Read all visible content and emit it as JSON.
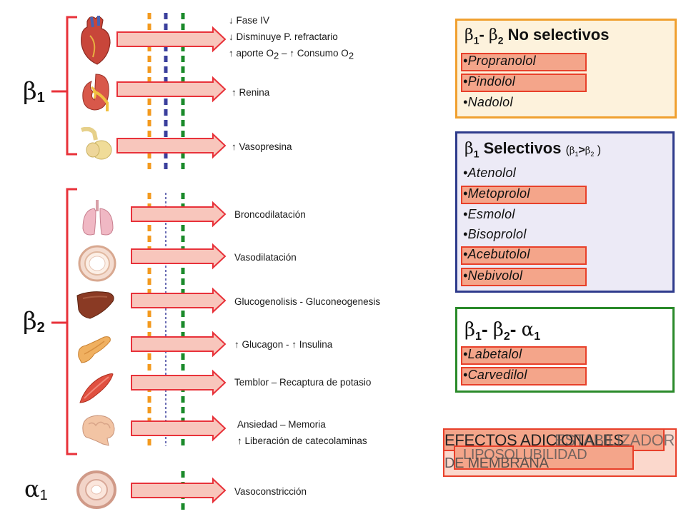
{
  "receptors": {
    "beta1": {
      "symbol": "β",
      "sub": "1"
    },
    "beta2": {
      "symbol": "β",
      "sub": "2"
    },
    "alpha1": {
      "symbol": "α",
      "sub": "1"
    }
  },
  "effects": {
    "heart_1": "↓ Fase IV",
    "heart_2": "↓ Disminuye P. refractario",
    "heart_3_a": "↑ aporte O",
    "heart_3_b": "2",
    "heart_3_c": " – ↑ Consumo O",
    "heart_3_d": "2",
    "kidney": "↑ Renina",
    "pituitary": "↑ Vasopresina",
    "lung": "Broncodilatación",
    "vessel": "Vasodilatación",
    "liver": "Glucogenolisis - Gluconeogenesis",
    "pancreas": "↑ Glucagon - ↑ Insulina",
    "muscle": "Temblor – Recaptura de potasio",
    "brain_1": "Ansiedad – Memoria",
    "brain_2": "↑ Liberación de catecolaminas",
    "vessel_alpha": "Vasoconstricción"
  },
  "boxes": {
    "nonselective": {
      "greek1": "β",
      "sub1": "1",
      "dash": "- ",
      "greek2": "β",
      "sub2": "2",
      "text": " No selectivos",
      "items": [
        "•Propranolol",
        "•Pindolol",
        "•Nadolol"
      ]
    },
    "selective": {
      "greek1": "β",
      "sub1": "1",
      "text": " Selectivos ",
      "paren_open": "(",
      "pg1": "β",
      "ps1": "1",
      "gt": ">",
      "pg2": "β",
      "ps2": "2",
      "paren_close": " )",
      "items": [
        "•Atenolol",
        "•Metoprolol",
        "•Esmolol",
        "•Bisoprolol",
        "•Acebutolol",
        "•Nebivolol"
      ]
    },
    "mixed": {
      "greek1": "β",
      "sub1": "1",
      "dash1": "- ",
      "greek2": "β",
      "sub2": "2",
      "dash2": "- ",
      "greek3": "α",
      "sub3": "1",
      "items": [
        "•Labetalol",
        "•Carvedilol"
      ]
    }
  },
  "overlap_labels": {
    "effects_a": "EFECTOS ADICIONALES",
    "effects_b": "ESTABILIZADOR",
    "effects_c": "LIPOSOLUBILIDAD",
    "effects_d": "DE MEMBRANA"
  },
  "colors": {
    "bracket": "#e8323a",
    "arrow_fill": "#f8c6bc",
    "arrow_stroke": "#e8323a",
    "dot_orange": "#f39a1e",
    "dot_blue": "#3a3f9c",
    "dot_green": "#1a8a2a",
    "box_orange": "#f0a030",
    "box_navy": "#2e3b8c",
    "box_green": "#2a8a2a",
    "highlight": "#f4a58a"
  }
}
